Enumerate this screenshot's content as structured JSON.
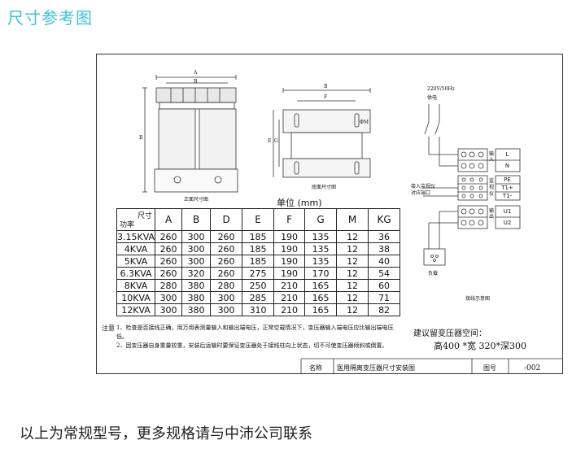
{
  "page_title": "尺寸参考图",
  "footer_text": "以上为常规型号，更多规格请与中沛公司联系",
  "drawing": {
    "front_view": {
      "caption": "正面尺寸图",
      "dim_a": "A",
      "dim_b": "B"
    },
    "bottom_view": {
      "caption": "底面尺寸图",
      "dim_b": "B",
      "dim_f": "F",
      "dim_e": "E",
      "dim_g": "G",
      "hole_label": "ΦM"
    },
    "wiring": {
      "caption": "接线示意图",
      "supply": "220V/50Hz",
      "supply_label": "供电",
      "monitor_label_1": "接入监视仪",
      "monitor_label_2": "对应端口",
      "load_label": "负载",
      "input_label": "输入",
      "monitor_terminal_label": "监视仪",
      "output_label": "输出",
      "terminals": [
        "L",
        "N",
        "PE",
        "T1+",
        "T1-",
        "U1",
        "U2"
      ]
    }
  },
  "table": {
    "unit_label": "单位 (mm)",
    "corner_top": "尺寸",
    "corner_bottom": "功率",
    "columns": [
      "A",
      "B",
      "D",
      "E",
      "F",
      "G",
      "M",
      "KG"
    ],
    "rows": [
      {
        "power": "3.15KVA",
        "values": [
          "260",
          "300",
          "260",
          "185",
          "190",
          "135",
          "12",
          "36"
        ]
      },
      {
        "power": "4KVA",
        "values": [
          "260",
          "300",
          "260",
          "185",
          "190",
          "135",
          "12",
          "38"
        ]
      },
      {
        "power": "5KVA",
        "values": [
          "260",
          "300",
          "260",
          "185",
          "190",
          "135",
          "12",
          "40"
        ]
      },
      {
        "power": "6.3KVA",
        "values": [
          "260",
          "320",
          "260",
          "275",
          "190",
          "170",
          "12",
          "54"
        ]
      },
      {
        "power": "8KVA",
        "values": [
          "280",
          "380",
          "280",
          "250",
          "210",
          "165",
          "12",
          "60"
        ]
      },
      {
        "power": "10KVA",
        "values": [
          "300",
          "380",
          "300",
          "285",
          "210",
          "165",
          "12",
          "71"
        ]
      },
      {
        "power": "12KVA",
        "values": [
          "300",
          "380",
          "300",
          "310",
          "210",
          "165",
          "12",
          "82"
        ]
      }
    ]
  },
  "notes": {
    "label": "注意",
    "items": [
      "1、检查是否接线正确，用万用表测量输入和输出端电压，正常空载情况下，变压器输入端电压应比输出端电压低。",
      "2、因变压器自身重量较重，安装后运输时要保证变压器处于接线柱向上状态，切不可使变压器倾斜或倒置。"
    ]
  },
  "space": {
    "title": "建议留变压器空间：",
    "value": "高400 *宽 320*深300"
  },
  "title_block": {
    "name_label": "名称",
    "name_value": "医用隔离变压器尺寸安装图",
    "number_label": "图号",
    "number_value": "-002"
  }
}
